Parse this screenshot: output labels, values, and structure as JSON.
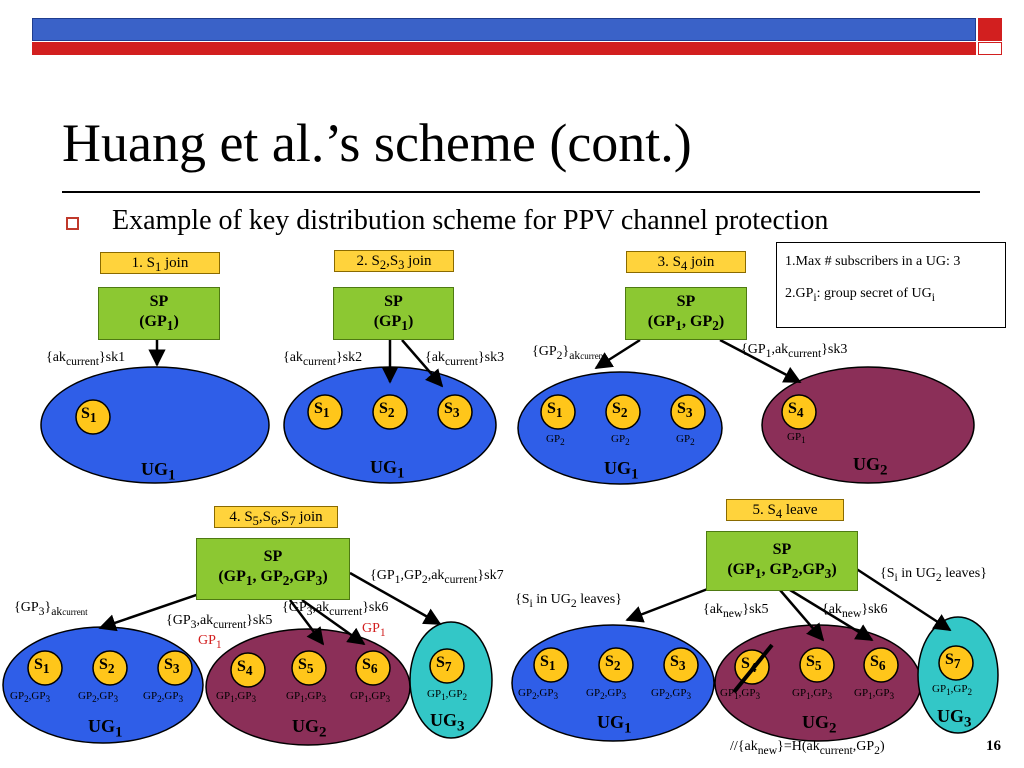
{
  "title": "Huang et al.’s scheme (cont.)",
  "subtitle": "Example of key distribution scheme for PPV channel protection",
  "notes": [
    "1.Max # subscribers in a UG: 3",
    "2.GP",
    ": group secret of UG"
  ],
  "steps": [
    "1. S",
    " join",
    "2. S",
    ",S",
    " join",
    "3. S",
    " join",
    "4. S",
    ",S",
    ",S",
    " join",
    "5. S",
    " leave"
  ],
  "sp": {
    "label": "SP",
    "gp1": "(GP1)",
    "gp12": "(GP1, GP2)",
    "gp123": "(GP1, GP2,GP3)"
  },
  "edge_labels": {
    "p1": "{akcurrent}sk1",
    "p2a": "{akcurrent}sk2",
    "p2b": "{akcurrent}sk3",
    "p3a": "{GP2}akcurrent",
    "p3b": "{GP1,akcurrent}sk3",
    "p4a": "{GP3}akcurrent",
    "p4b": "{GP3,akcurrent}sk5",
    "p4c": "{GP3,akcurrent}sk6",
    "p4d": "{GP1,GP2,akcurrent}sk7",
    "p4r1": "GP1",
    "p4r2": "GP1",
    "p5a": "{Si in UG2 leaves}",
    "p5b": "{Si in UG2 leaves}",
    "p5c": "{aknew}sk5",
    "p5d": "{aknew}sk6"
  },
  "groups": {
    "ug1": "UG1",
    "ug2": "UG2",
    "ug3": "UG3"
  },
  "subs": {
    "s1": "S1",
    "s2": "S2",
    "s3": "S3",
    "s4": "S4",
    "s5": "S5",
    "s6": "S6",
    "s7": "S7"
  },
  "gps": {
    "gp1": "GP1",
    "gp2": "GP2",
    "gp23": "GP2,GP3",
    "gp13": "GP1,GP3",
    "gp12": "GP1,GP2"
  },
  "footnote": "//{aknew}=H(akcurrent,GP2)",
  "page_number": "16",
  "colors": {
    "ug1": "#2f5ee8",
    "ug2": "#8b2f58",
    "ug3": "#33c7c7",
    "sub": "#ffc61a",
    "sp": "#8cc832",
    "step": "#ffd33c"
  }
}
